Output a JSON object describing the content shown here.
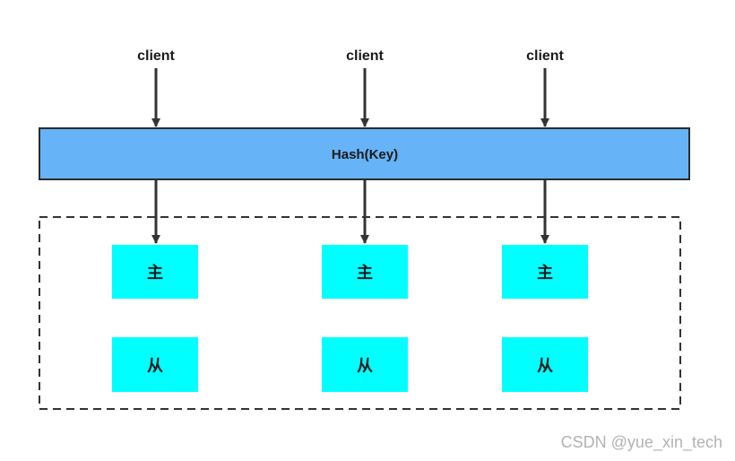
{
  "clients": [
    {
      "label": "client"
    },
    {
      "label": "client"
    },
    {
      "label": "client"
    }
  ],
  "hash_bar": {
    "label": "Hash(Key)",
    "color": "#66b3f7"
  },
  "cluster": {
    "masters": [
      {
        "label": "主"
      },
      {
        "label": "主"
      },
      {
        "label": "主"
      }
    ],
    "slaves": [
      {
        "label": "从"
      },
      {
        "label": "从"
      },
      {
        "label": "从"
      }
    ],
    "node_color": "#00ffff"
  },
  "watermark": "CSDN @yue_xin_tech"
}
